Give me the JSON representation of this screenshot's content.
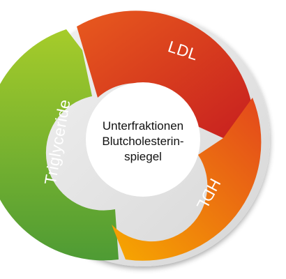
{
  "diagram": {
    "center_lines": [
      "Unterfraktionen",
      "Blutcholesterin-",
      "spiegel"
    ],
    "segments": [
      {
        "label": "LDL",
        "gradient": [
          "#e8561e",
          "#c31e1e"
        ]
      },
      {
        "label": "HDL",
        "gradient": [
          "#f6a000",
          "#e75a1d"
        ]
      },
      {
        "label": "Triglyceride",
        "gradient": [
          "#9cc62a",
          "#4e9d33"
        ]
      }
    ]
  }
}
